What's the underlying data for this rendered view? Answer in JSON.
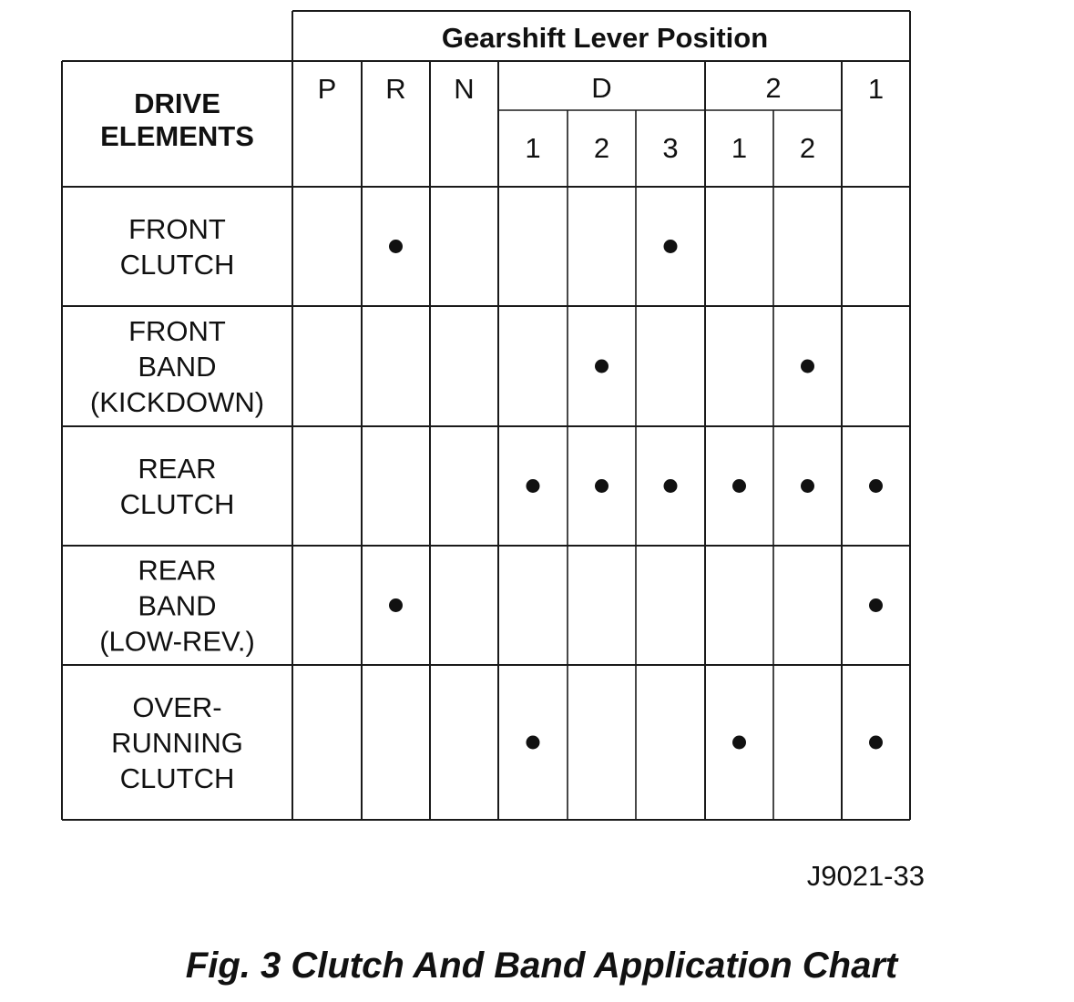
{
  "table": {
    "group_header": "Gearshift Lever Position",
    "corner_header": [
      "DRIVE",
      "ELEMENTS"
    ],
    "positions": [
      {
        "label": "P",
        "sub": []
      },
      {
        "label": "R",
        "sub": []
      },
      {
        "label": "N",
        "sub": []
      },
      {
        "label": "D",
        "sub": [
          "1",
          "2",
          "3"
        ]
      },
      {
        "label": "2",
        "sub": [
          "1",
          "2"
        ]
      },
      {
        "label": "1",
        "sub": []
      }
    ],
    "rows": [
      {
        "label": [
          "FRONT",
          "CLUTCH"
        ],
        "applied": [
          false,
          true,
          false,
          false,
          false,
          true,
          false,
          false,
          false
        ]
      },
      {
        "label": [
          "FRONT",
          "BAND",
          "(KICKDOWN)"
        ],
        "applied": [
          false,
          false,
          false,
          false,
          true,
          false,
          false,
          true,
          false
        ]
      },
      {
        "label": [
          "REAR",
          "CLUTCH"
        ],
        "applied": [
          false,
          false,
          false,
          true,
          true,
          true,
          true,
          true,
          true
        ]
      },
      {
        "label": [
          "REAR",
          "BAND",
          "(LOW-REV.)"
        ],
        "applied": [
          false,
          true,
          false,
          false,
          false,
          false,
          false,
          false,
          true
        ]
      },
      {
        "label": [
          "OVER-",
          "RUNNING",
          "CLUTCH"
        ],
        "applied": [
          false,
          false,
          false,
          true,
          false,
          false,
          true,
          false,
          true
        ]
      }
    ]
  },
  "figure": {
    "ref_code": "J9021-33",
    "caption": "Fig. 3 Clutch And Band Application Chart"
  }
}
